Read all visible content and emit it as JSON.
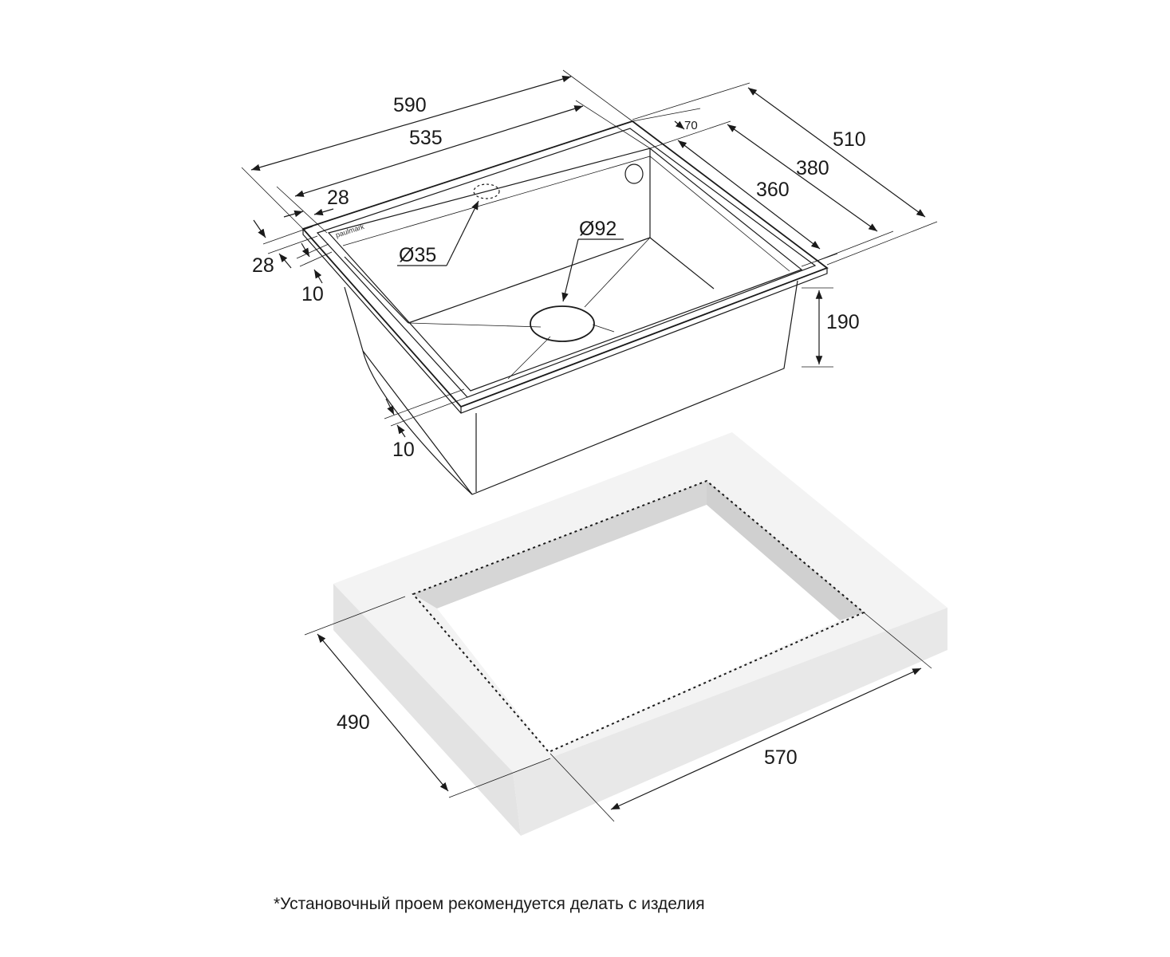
{
  "sink": {
    "brand_label": "paulmark",
    "dims": {
      "length_outer": "590",
      "length_inner": "535",
      "width_outer": "510",
      "width_mid": "380",
      "width_inner": "360",
      "offset_top": "70",
      "rim_28_top": "28",
      "rim_28_side": "28",
      "rim_10_side": "10",
      "rim_10_bottom": "10",
      "depth": "190",
      "tap_hole": "Ø35",
      "drain_hole": "Ø92"
    }
  },
  "cutout": {
    "dims": {
      "width": "490",
      "length": "570"
    }
  },
  "note": "*Установочный проем рекомендуется делать с изделия",
  "colors": {
    "line": "#1a1a1a",
    "countertop_top": "#f2f2f2",
    "countertop_side": "#e4e4e4",
    "countertop_inner": "#d9d9d9"
  }
}
